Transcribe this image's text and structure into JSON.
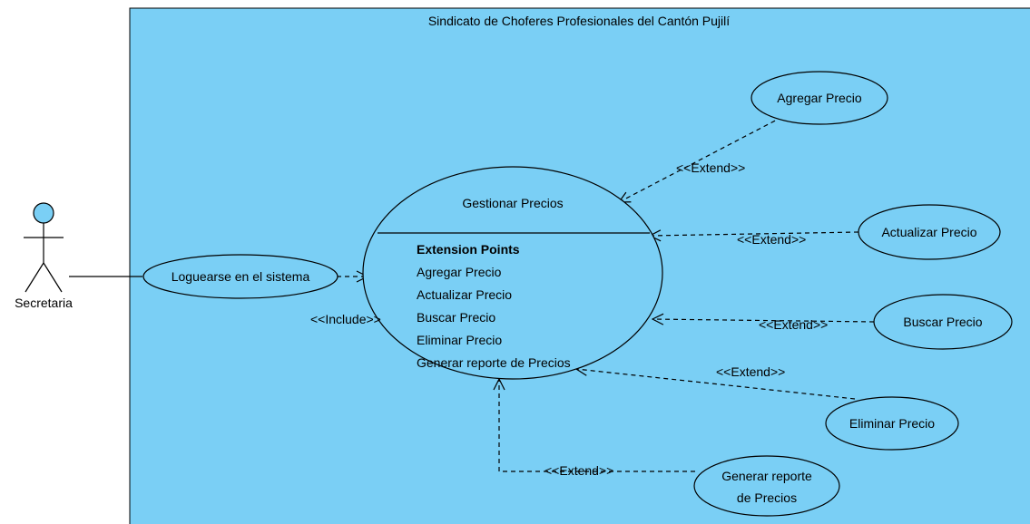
{
  "diagram": {
    "system_boundary": {
      "title": "Sindicato de Choferes Profesionales del Cantón Pujilí"
    },
    "actor": {
      "name": "Secretaria"
    },
    "use_cases": {
      "loguearse": "Loguearse en el sistema",
      "gestionar": "Gestionar Precios",
      "agregar": "Agregar Precio",
      "actualizar": "Actualizar Precio",
      "buscar": "Buscar Precio",
      "eliminar": "Eliminar Precio",
      "generar_line1": "Generar reporte",
      "generar_line2": "de Precios"
    },
    "extension_points": {
      "heading": "Extension Points",
      "items": [
        "Agregar Precio",
        "Actualizar Precio",
        "Buscar Precio",
        "Eliminar Precio",
        "Generar reporte de Precios"
      ]
    },
    "stereotypes": {
      "include": "<<Include>>",
      "extend": "<<Extend>>",
      "extend_buscar": "<<Extend>>",
      "extend_generar": "<<Extend>>"
    },
    "colors": {
      "boundary_fill": "#7acff5",
      "usecase_fill": "#7acff5",
      "line": "#000000"
    }
  }
}
